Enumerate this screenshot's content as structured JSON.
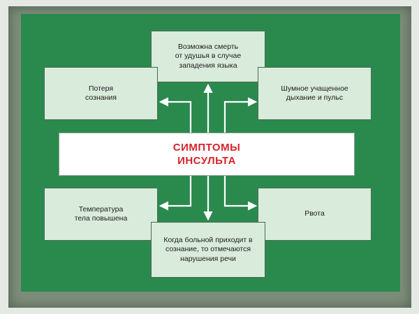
{
  "diagram": {
    "center": {
      "line1": "СИМПТОМЫ",
      "line2": "ИНСУЛЬТА"
    },
    "boxes": {
      "top": "Возможна смерть\nот удушья в случае\nзападения языка",
      "top_left": "Потеря\nсознания",
      "top_right": "Шумное учащенное\nдыхание и пульс",
      "bottom_left": "Температура\nтела повышена",
      "bottom_right": "Рвота",
      "bottom": "Когда больной приходит в\nсознание, то отмечаются\nнарушения речи"
    },
    "colors": {
      "board": "#2a8a4d",
      "box_fill": "#d9ebdb",
      "title": "#d4252b",
      "arrow": "#ffffff"
    }
  }
}
